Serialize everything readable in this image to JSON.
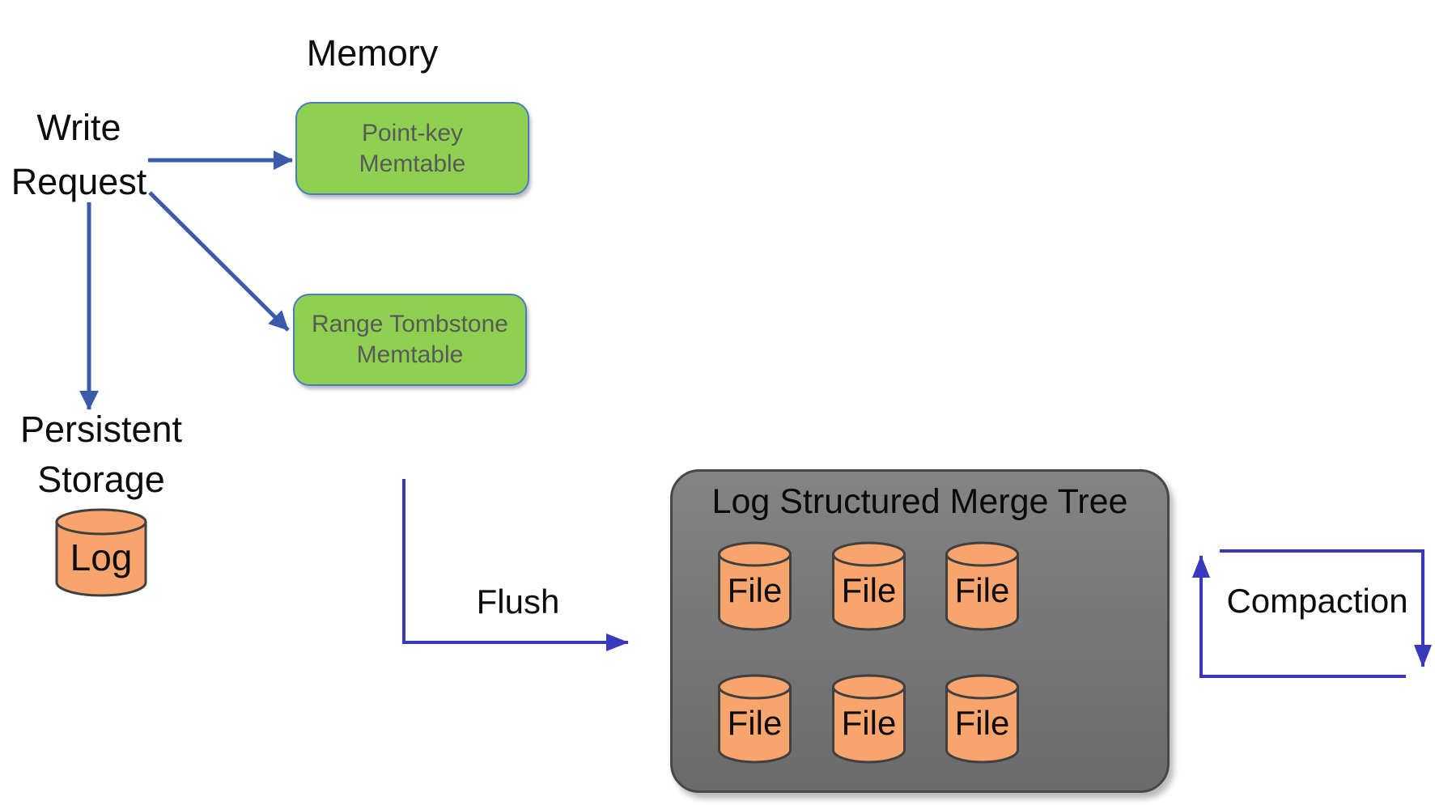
{
  "diagram": {
    "memory_section_label": "Memory",
    "write_request_label": "Write Request",
    "persistent_storage_label": "Persistent Storage",
    "log_label": "Log",
    "flush_label": "Flush",
    "compaction_label": "Compaction",
    "memtables": [
      {
        "line1": "Point-key",
        "line2": "Memtable"
      },
      {
        "line1": "Range Tombstone",
        "line2": "Memtable"
      }
    ],
    "lsm_tree": {
      "title": "Log Structured Merge Tree",
      "files": [
        "File",
        "File",
        "File",
        "File",
        "File",
        "File"
      ]
    },
    "colors": {
      "memtable_fill": "#8ed04f",
      "memtable_border": "#4a7cc2",
      "memtable_text": "#595959",
      "cylinder_fill": "#f8a46d",
      "cylinder_border": "#404040",
      "lsm_box_fill": "#787878",
      "lsm_box_border": "#474747",
      "write_arrow": "#3a5ba9",
      "flush_compaction_arrow": "#3939be",
      "text": "#0d0d0d"
    }
  }
}
